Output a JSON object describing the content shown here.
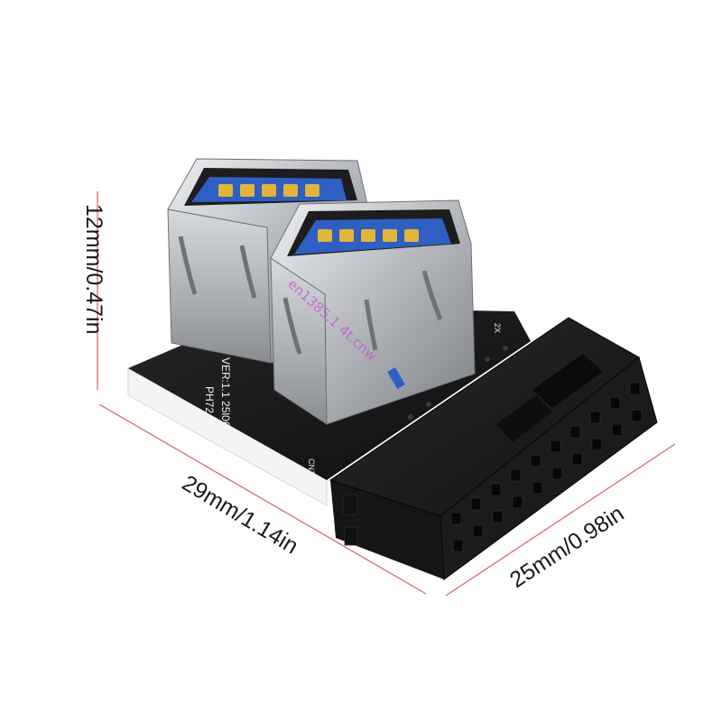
{
  "dimensions": {
    "height_label": "12mm/0.47in",
    "length_label": "29mm/1.14in",
    "width_label": "25mm/0.98in"
  },
  "board": {
    "silkscreen_model": "PH724",
    "silkscreen_version": "VER:1.1  25l06",
    "silkscreen_connector": "CN1",
    "silkscreen_port_mark": "2X"
  },
  "watermark": "en1385.1 4t.cnw",
  "colors": {
    "pcb": "#161616",
    "usb_shell": "#b9bcbf",
    "usb_tongue": "#2f5fc2",
    "usb_contacts": "#e1b43a",
    "header_housing": "#1b1b1b",
    "dimension_line": "#d86a6a"
  }
}
